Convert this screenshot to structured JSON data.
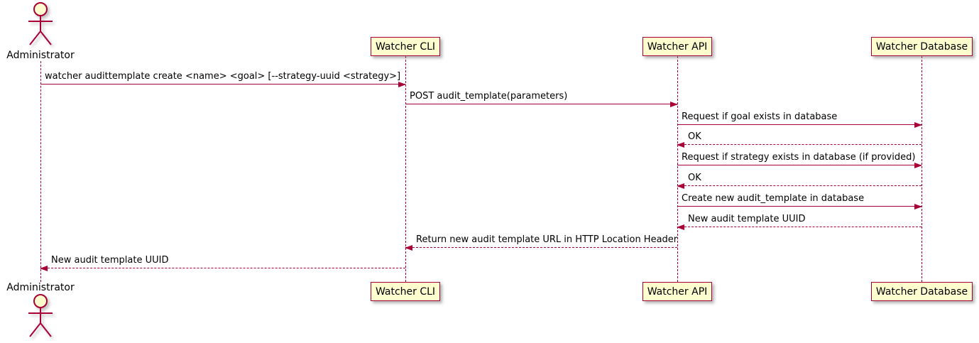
{
  "diagram": {
    "type": "sequence-diagram",
    "colors": {
      "accent": "#A80036",
      "participant_fill": "#FEFECE",
      "text": "#000000",
      "background": "#FFFFFF"
    },
    "actor": {
      "name": "Administrator"
    },
    "participants": [
      {
        "label": "Watcher CLI"
      },
      {
        "label": "Watcher API"
      },
      {
        "label": "Watcher Database"
      }
    ],
    "messages": [
      {
        "from": "Administrator",
        "to": "Watcher CLI",
        "style": "solid",
        "text": "watcher audittemplate create <name> <goal> [--strategy-uuid <strategy>]"
      },
      {
        "from": "Watcher CLI",
        "to": "Watcher API",
        "style": "solid",
        "text": "POST audit_template(parameters)"
      },
      {
        "from": "Watcher API",
        "to": "Watcher Database",
        "style": "solid",
        "text": "Request if goal exists in database"
      },
      {
        "from": "Watcher Database",
        "to": "Watcher API",
        "style": "dashed",
        "text": "OK"
      },
      {
        "from": "Watcher API",
        "to": "Watcher Database",
        "style": "solid",
        "text": "Request if strategy exists in database (if provided)"
      },
      {
        "from": "Watcher Database",
        "to": "Watcher API",
        "style": "dashed",
        "text": "OK"
      },
      {
        "from": "Watcher API",
        "to": "Watcher Database",
        "style": "solid",
        "text": "Create new audit_template in database"
      },
      {
        "from": "Watcher Database",
        "to": "Watcher API",
        "style": "dashed",
        "text": "New audit template UUID"
      },
      {
        "from": "Watcher API",
        "to": "Watcher CLI",
        "style": "dashed",
        "text": "Return new audit template URL in HTTP Location Header"
      },
      {
        "from": "Watcher CLI",
        "to": "Administrator",
        "style": "dashed",
        "text": "New audit template UUID"
      }
    ]
  }
}
